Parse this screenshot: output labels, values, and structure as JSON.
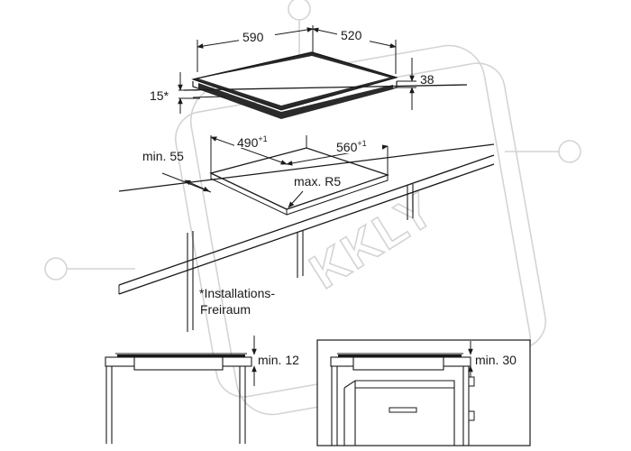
{
  "hob": {
    "width": "590",
    "depth": "520",
    "height": "38",
    "clearance": "15*"
  },
  "cutout": {
    "width": "490",
    "width_tol": "+1",
    "depth": "560",
    "depth_tol": "+1",
    "corner_radius": "max. R5",
    "min_edge": "min. 55"
  },
  "note": {
    "line1": "*Installations-",
    "line2": "Freiraum"
  },
  "detail_left": {
    "gap": "min. 12"
  },
  "detail_right": {
    "gap": "min. 30"
  },
  "watermark": "KKLY"
}
